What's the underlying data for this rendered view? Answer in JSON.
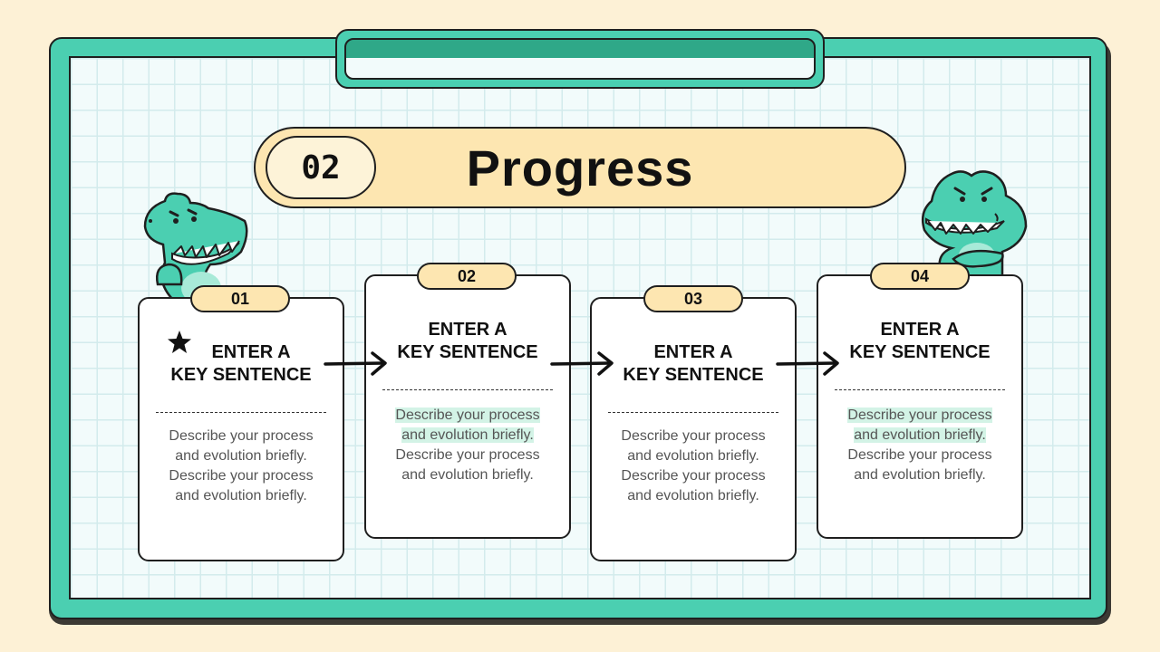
{
  "header": {
    "number": "02",
    "title": "Progress"
  },
  "steps": [
    {
      "badge": "01",
      "title_line1": "ENTER A",
      "title_line2": "KEY SENTENCE",
      "desc": [
        "Describe your process",
        "and evolution briefly.",
        "Describe your process",
        "and evolution briefly."
      ],
      "highlight_first_two": false,
      "has_star": true
    },
    {
      "badge": "02",
      "title_line1": "ENTER A",
      "title_line2": "KEY SENTENCE",
      "desc": [
        "Describe your process",
        "and evolution briefly.",
        "Describe your process",
        "and evolution briefly."
      ],
      "highlight_first_two": true,
      "has_star": false
    },
    {
      "badge": "03",
      "title_line1": "ENTER A",
      "title_line2": "KEY SENTENCE",
      "desc": [
        "Describe your process",
        "and evolution briefly.",
        "Describe your process",
        "and evolution briefly."
      ],
      "highlight_first_two": false,
      "has_star": false
    },
    {
      "badge": "04",
      "title_line1": "ENTER A",
      "title_line2": "KEY SENTENCE",
      "desc": [
        "Describe your process",
        "and evolution briefly.",
        "Describe your process",
        "and evolution briefly."
      ],
      "highlight_first_two": true,
      "has_star": false
    }
  ],
  "icons": {
    "star": "star-icon",
    "arrow": "arrow-right-icon",
    "mascot": "crocodile-mascot"
  },
  "colors": {
    "teal": "#4bcfb1",
    "dark_teal": "#2fa888",
    "cream": "#fde6b1",
    "background": "#fdf1d6",
    "highlight": "#d3f3e6"
  }
}
